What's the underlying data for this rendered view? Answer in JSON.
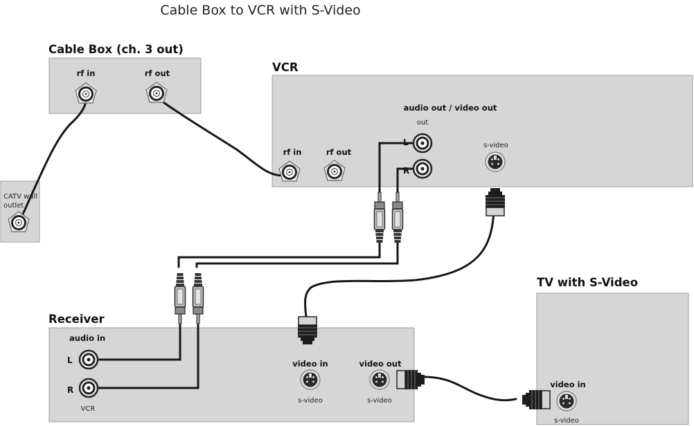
{
  "title": "Cable Box to VCR with S-Video",
  "cable_box": {
    "title": "Cable Box (ch. 3 out)",
    "rf_in": "rf in",
    "rf_out": "rf out"
  },
  "catv": {
    "line1": "CATV wall",
    "line2": "outlet"
  },
  "vcr": {
    "title": "VCR",
    "audio_video_out": "audio out / video out",
    "out": "out",
    "left": "L",
    "right": "R",
    "svideo": "s-video",
    "rf_in": "rf in",
    "rf_out": "rf out"
  },
  "receiver": {
    "title": "Receiver",
    "audio_in": "audio in",
    "left": "L",
    "right": "R",
    "source": "VCR",
    "video_in": "video in",
    "video_in_sub": "s-video",
    "video_out": "video out",
    "video_out_sub": "s-video"
  },
  "tv": {
    "title": "TV with S-Video",
    "video_in": "video in",
    "video_in_sub": "s-video"
  },
  "icons": [
    "coax-jack-icon",
    "rca-jack-icon",
    "svideo-jack-icon",
    "rca-plug-icon",
    "svideo-plug-icon"
  ]
}
